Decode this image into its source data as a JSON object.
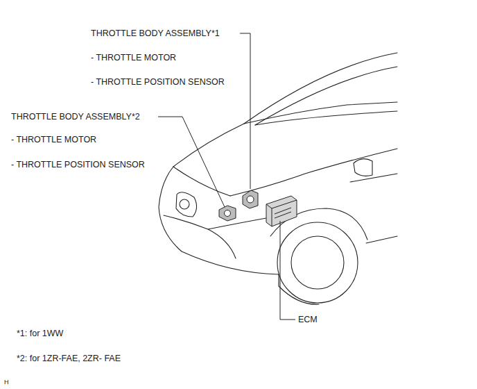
{
  "diagram": {
    "labels": [
      "THROTTLE BODY ASSEMBLY*1",
      "- THROTTLE MOTOR",
      "- THROTTLE POSITION SENSOR",
      "THROTTLE BODY ASSEMBLY*2",
      "- THROTTLE MOTOR",
      "- THROTTLE POSITION SENSOR",
      "ECM",
      "*1: for 1WW",
      "*2: for 1ZR-FAE, 2ZR- FAE",
      "H"
    ]
  }
}
